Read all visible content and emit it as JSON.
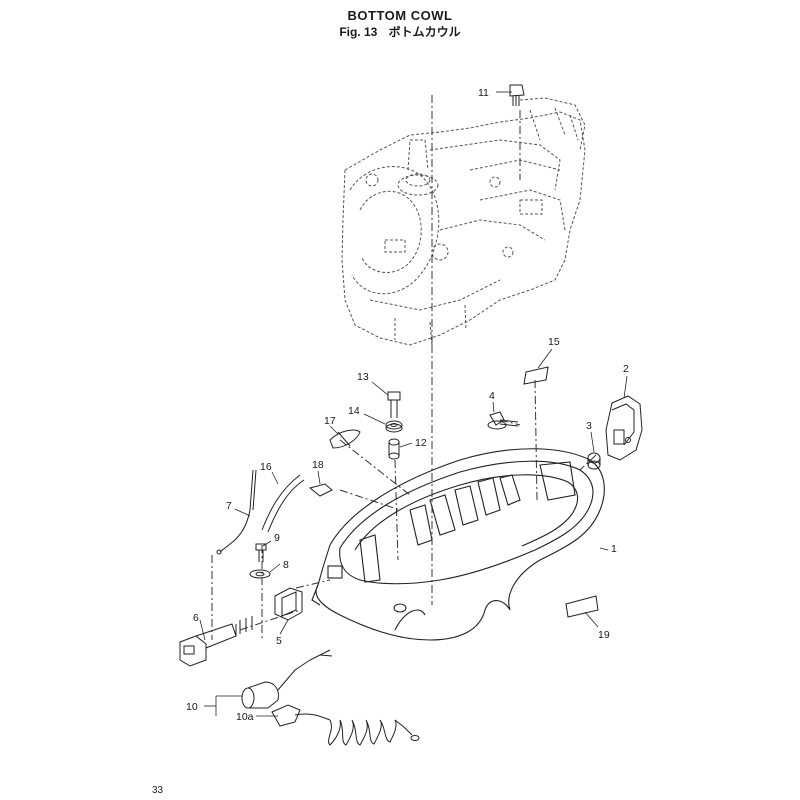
{
  "header": {
    "title": "BOTTOM COWL",
    "fig": "Fig. 13",
    "fig_jp": "ボトムカウル"
  },
  "parts": [
    {
      "id": "p1",
      "label": "1"
    },
    {
      "id": "p2",
      "label": "2"
    },
    {
      "id": "p3",
      "label": "3"
    },
    {
      "id": "p4",
      "label": "4"
    },
    {
      "id": "p5",
      "label": "5"
    },
    {
      "id": "p6",
      "label": "6"
    },
    {
      "id": "p7",
      "label": "7"
    },
    {
      "id": "p8",
      "label": "8"
    },
    {
      "id": "p9",
      "label": "9"
    },
    {
      "id": "p10",
      "label": "10"
    },
    {
      "id": "p10a",
      "label": "10a"
    },
    {
      "id": "p11",
      "label": "11"
    },
    {
      "id": "p12",
      "label": "12"
    },
    {
      "id": "p13",
      "label": "13"
    },
    {
      "id": "p14",
      "label": "14"
    },
    {
      "id": "p15",
      "label": "15"
    },
    {
      "id": "p16",
      "label": "16"
    },
    {
      "id": "p17",
      "label": "17"
    },
    {
      "id": "p18",
      "label": "18"
    },
    {
      "id": "p19",
      "label": "19"
    }
  ],
  "footer": {
    "page_number": "33"
  }
}
